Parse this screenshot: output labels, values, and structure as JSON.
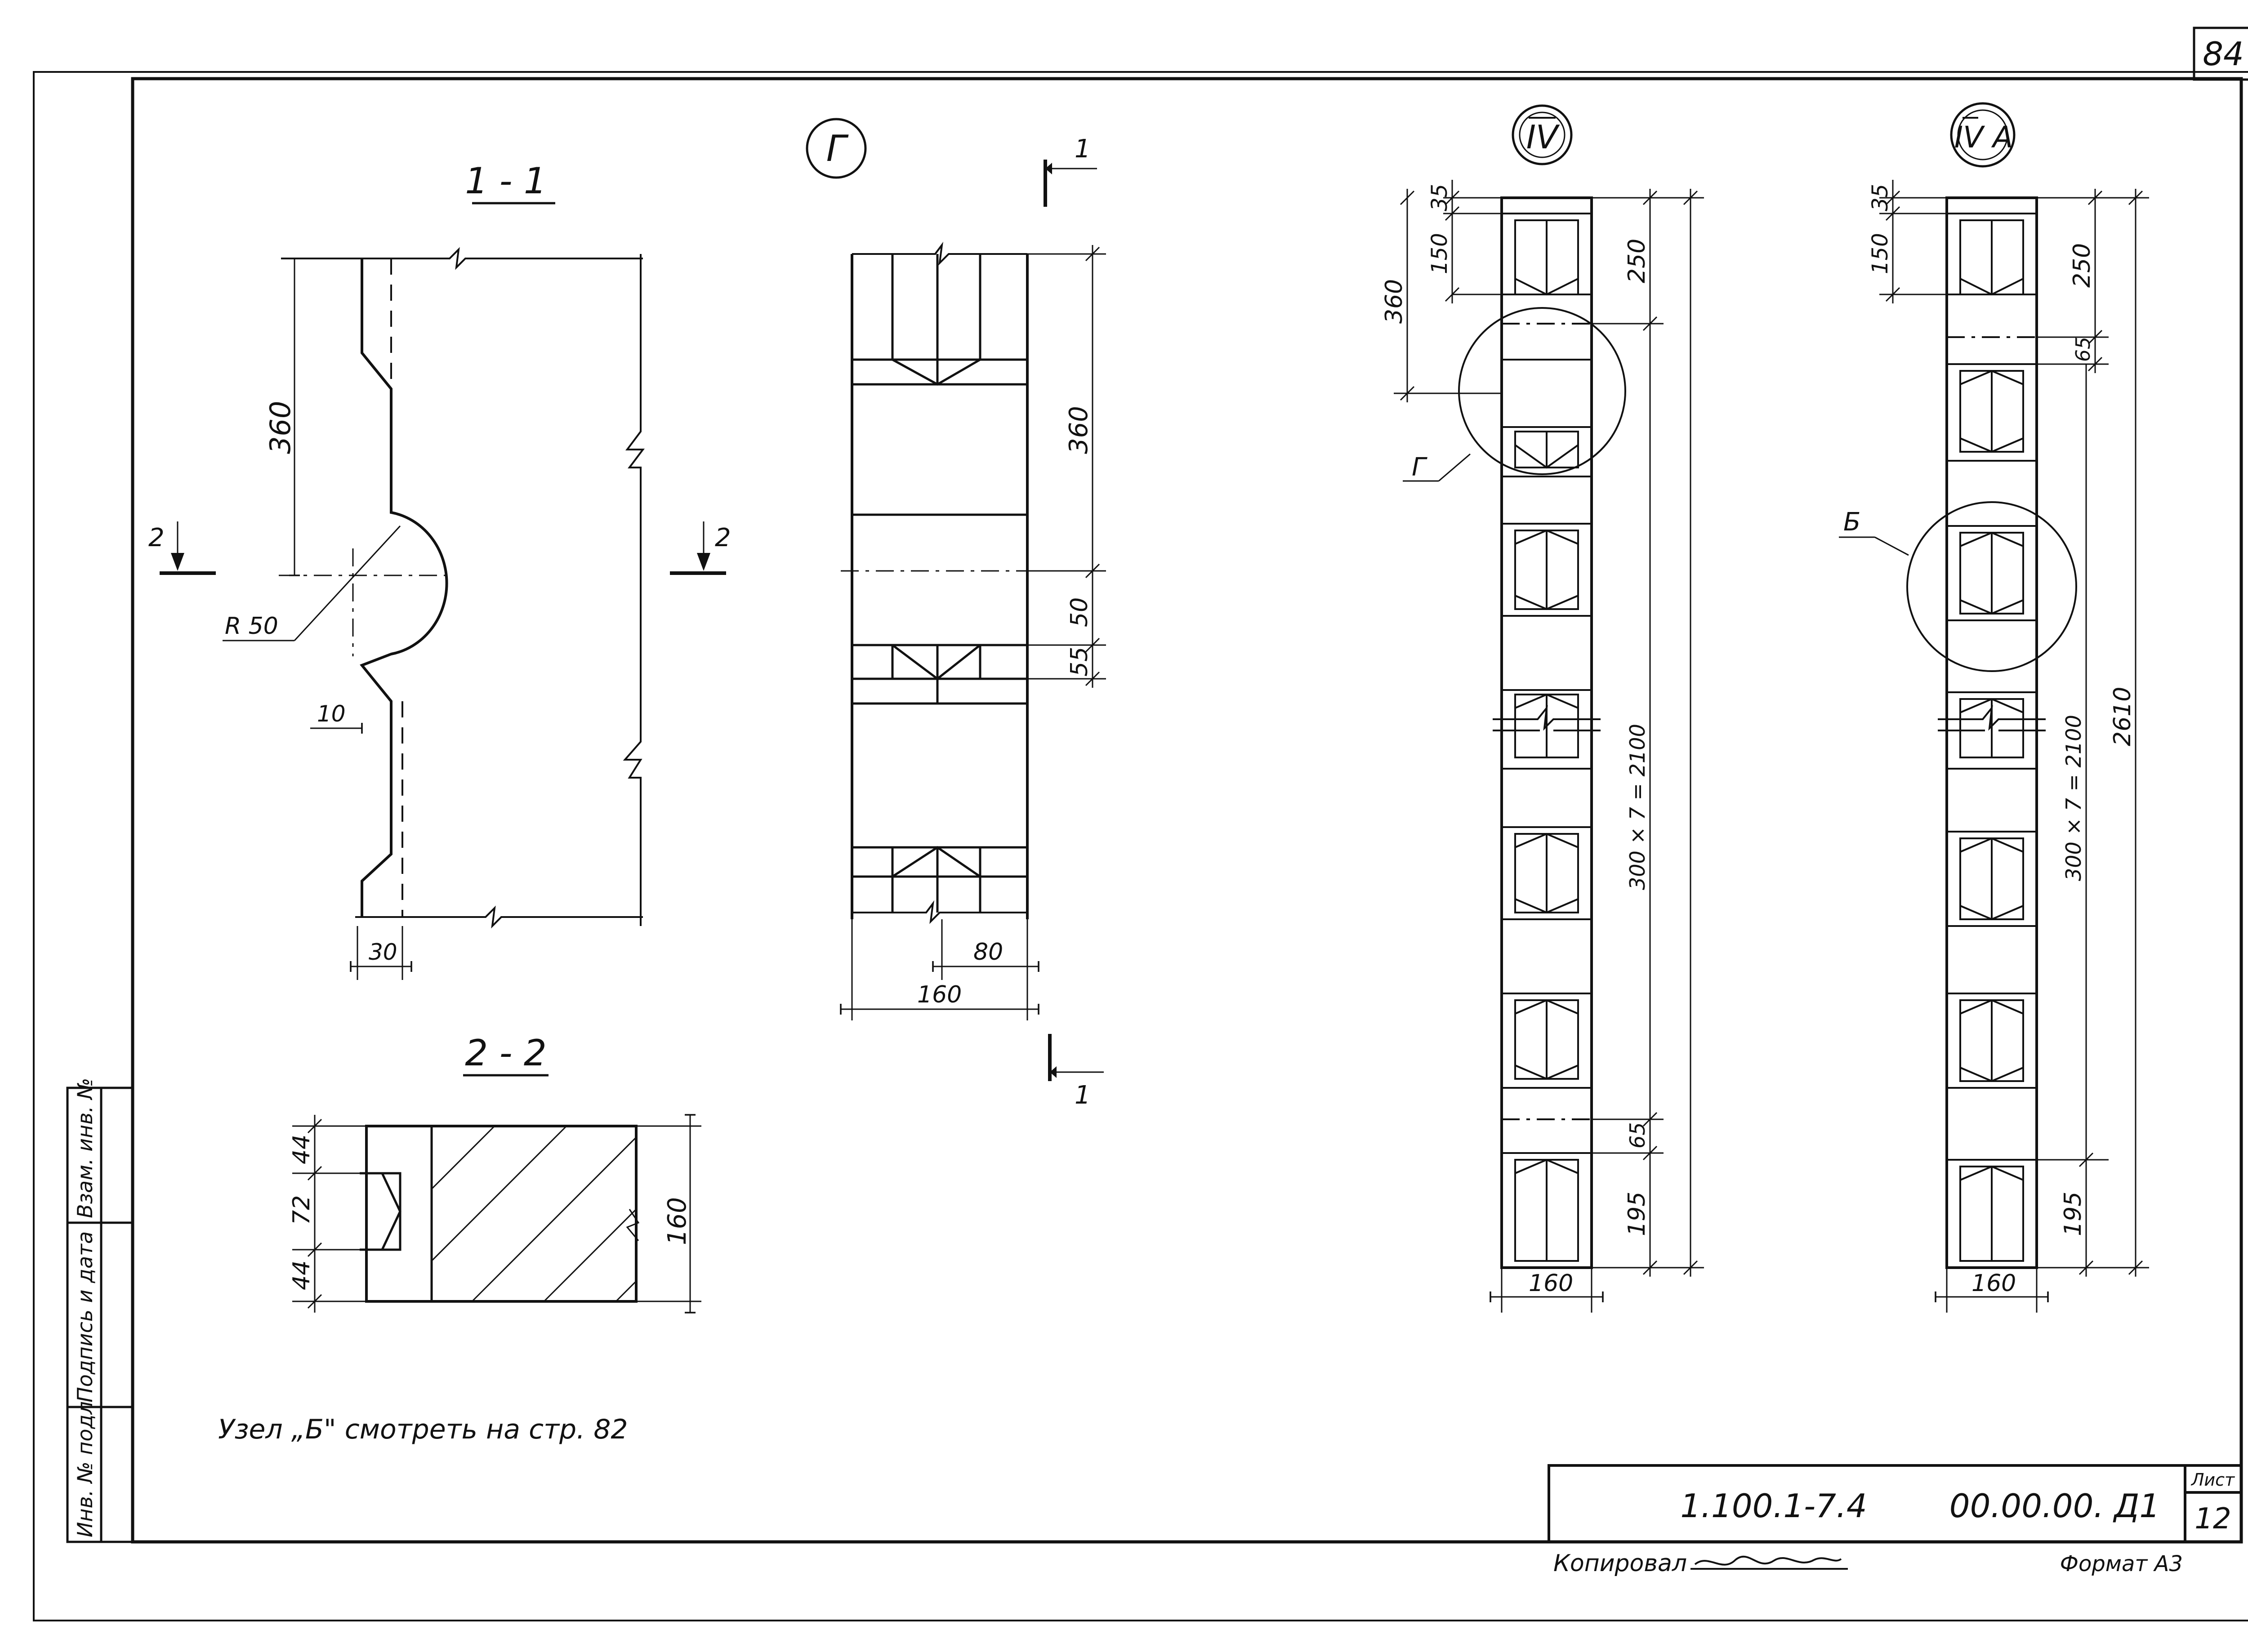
{
  "page_number": "84",
  "section_1_1": {
    "title": "1 - 1",
    "dim_height": "360",
    "radius": "R 50",
    "dim_offset": "10",
    "dim_width": "30",
    "cut_mark_2": "2"
  },
  "section_2_2": {
    "title": "2 - 2",
    "dim_top": "44",
    "dim_mid": "72",
    "dim_bottom": "44",
    "dim_height": "160"
  },
  "detail_g": {
    "label": "Г",
    "cut_mark_1": "1",
    "dim_360": "360",
    "dim_50": "50",
    "dim_55": "55",
    "dim_80": "80",
    "dim_160": "160"
  },
  "view_iv": {
    "label": "IV",
    "dim_35": "35",
    "dim_150": "150",
    "dim_360": "360",
    "dim_250": "250",
    "dim_pitch": "300 × 7 = 2100",
    "dim_65": "65",
    "dim_195": "195",
    "dim_160": "160",
    "callout": "Г"
  },
  "view_iv_a": {
    "label": "IV А",
    "dim_35": "35",
    "dim_150": "150",
    "dim_250": "250",
    "dim_65": "65",
    "dim_pitch": "300 × 7 = 2100",
    "dim_2610": "2610",
    "dim_195": "195",
    "dim_160": "160",
    "callout": "Б"
  },
  "note": "Узел „Б\" смотреть на стр. 82",
  "side_stamp": {
    "inv_no": "Инв. № подл",
    "signature_date": "Подпись и дата",
    "replace_inv": "Взам. инв. №"
  },
  "title_block": {
    "doc_code": "1.100.1-7.4",
    "drawing_no": "00.00.00. Д1",
    "sheet_label": "Лист",
    "sheet_no": "12",
    "copied_by": "Копировал",
    "format": "Формат А3"
  }
}
